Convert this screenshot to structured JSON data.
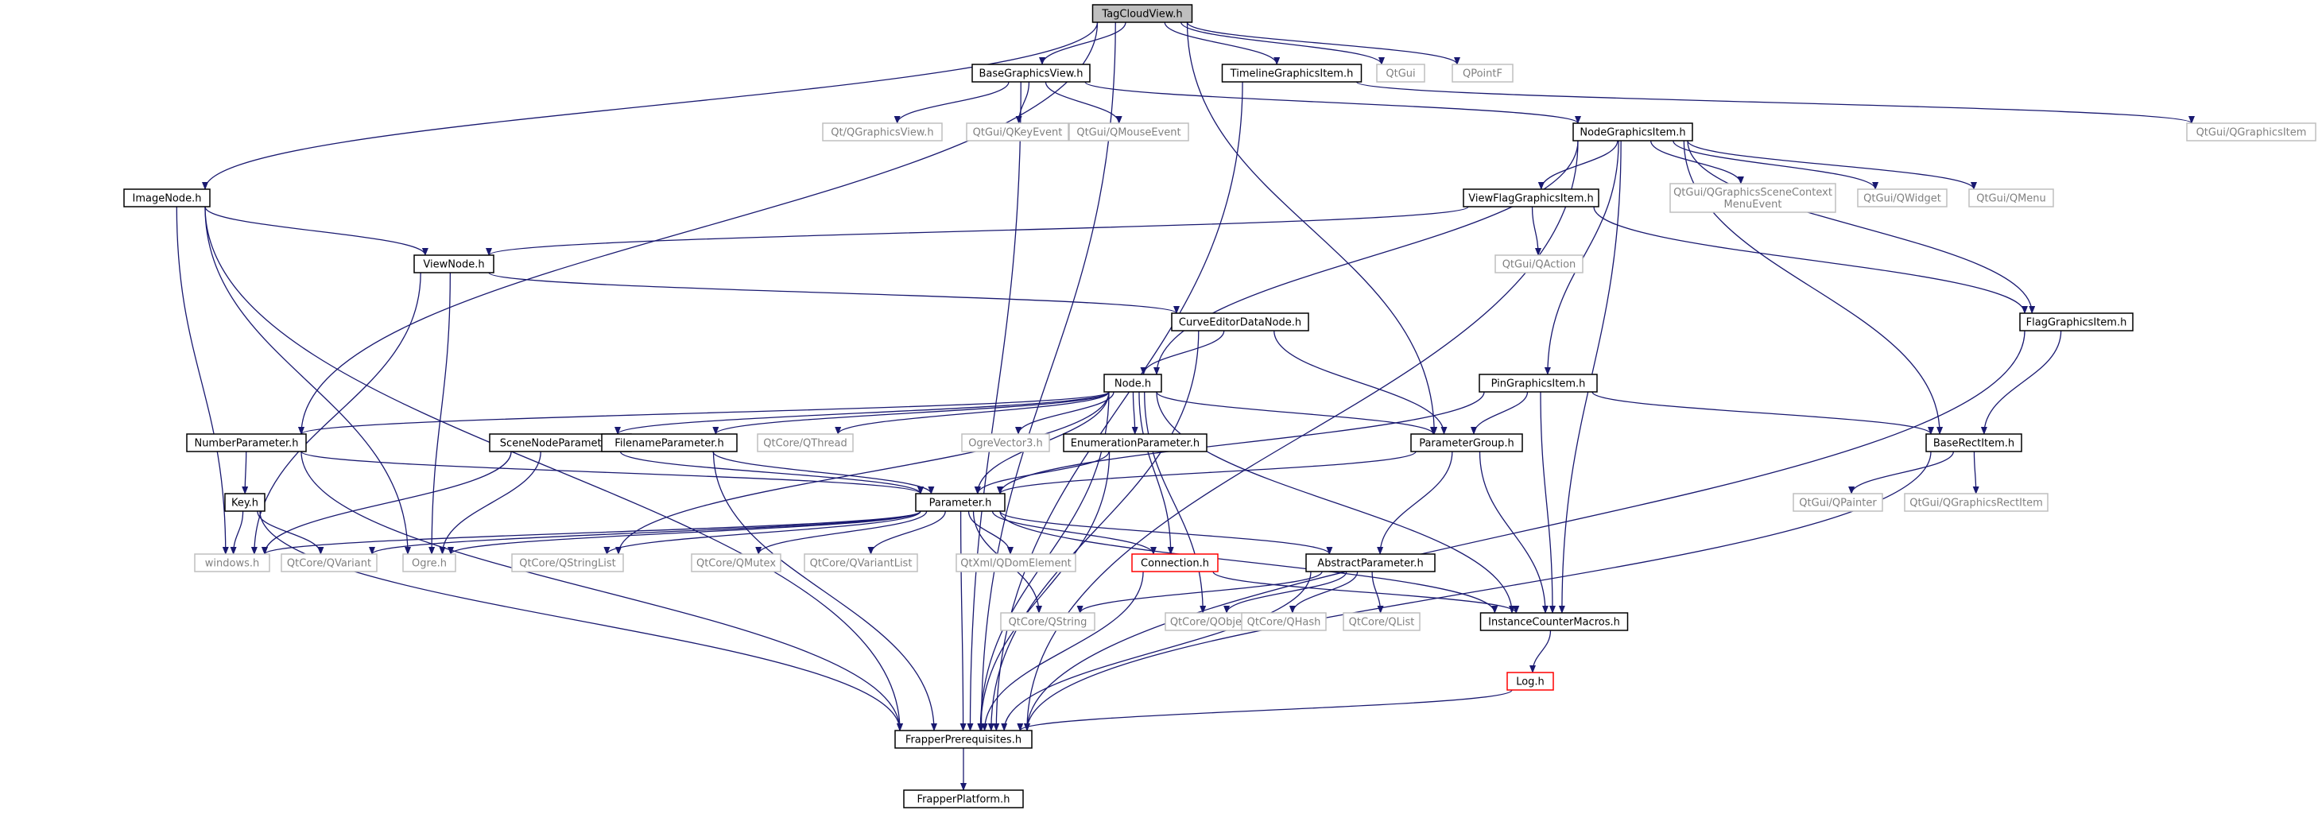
{
  "diagram": {
    "type": "include-dependency-graph",
    "colors": {
      "edge": "#191970",
      "root_fill": "#bfbfbf",
      "local_border": "#000000",
      "system_border": "#bfbfbf",
      "system_text": "#808080",
      "truncated_border": "#ff0000"
    },
    "nodes": [
      {
        "id": "tagcloudview",
        "label": "TagCloudView.h",
        "kind": "root"
      },
      {
        "id": "basegraphicsview",
        "label": "BaseGraphicsView.h",
        "kind": "local"
      },
      {
        "id": "timelinegraphicsitem",
        "label": "TimelineGraphicsItem.h",
        "kind": "local"
      },
      {
        "id": "qtgui",
        "label": "QtGui",
        "kind": "system"
      },
      {
        "id": "qpointf",
        "label": "QPointF",
        "kind": "system"
      },
      {
        "id": "qgraphicsview",
        "label": "Qt/QGraphicsView.h",
        "kind": "system"
      },
      {
        "id": "qkeyevent",
        "label": "QtGui/QKeyEvent",
        "kind": "system"
      },
      {
        "id": "qmouseevent",
        "label": "QtGui/QMouseEvent",
        "kind": "system"
      },
      {
        "id": "nodegraphicsitem",
        "label": "NodeGraphicsItem.h",
        "kind": "local"
      },
      {
        "id": "qgraphicsitem",
        "label": "QtGui/QGraphicsItem",
        "kind": "system"
      },
      {
        "id": "imagenode",
        "label": "ImageNode.h",
        "kind": "local"
      },
      {
        "id": "viewflaggraphicsitem",
        "label": "ViewFlagGraphicsItem.h",
        "kind": "local"
      },
      {
        "id": "qgraphicsscenecontextmenuevent",
        "label": "QtGui/QGraphicsSceneContext\nMenuEvent",
        "kind": "system"
      },
      {
        "id": "qwidget",
        "label": "QtGui/QWidget",
        "kind": "system"
      },
      {
        "id": "qmenu",
        "label": "QtGui/QMenu",
        "kind": "system"
      },
      {
        "id": "viewnode",
        "label": "ViewNode.h",
        "kind": "local"
      },
      {
        "id": "qaction",
        "label": "QtGui/QAction",
        "kind": "system"
      },
      {
        "id": "curveeditordatanode",
        "label": "CurveEditorDataNode.h",
        "kind": "local"
      },
      {
        "id": "flaggraphicsitem",
        "label": "FlagGraphicsItem.h",
        "kind": "local"
      },
      {
        "id": "node",
        "label": "Node.h",
        "kind": "local"
      },
      {
        "id": "pingraphicsitem",
        "label": "PinGraphicsItem.h",
        "kind": "local"
      },
      {
        "id": "numberparameter",
        "label": "NumberParameter.h",
        "kind": "local"
      },
      {
        "id": "scenenodeparameter",
        "label": "SceneNodeParameter.h",
        "kind": "local"
      },
      {
        "id": "filenameparameter",
        "label": "FilenameParameter.h",
        "kind": "local"
      },
      {
        "id": "qthread",
        "label": "QtCore/QThread",
        "kind": "system"
      },
      {
        "id": "ogrevector3",
        "label": "OgreVector3.h",
        "kind": "system"
      },
      {
        "id": "enumerationparameter",
        "label": "EnumerationParameter.h",
        "kind": "local"
      },
      {
        "id": "parametergroup",
        "label": "ParameterGroup.h",
        "kind": "local"
      },
      {
        "id": "baserectitem",
        "label": "BaseRectItem.h",
        "kind": "local"
      },
      {
        "id": "key",
        "label": "Key.h",
        "kind": "local"
      },
      {
        "id": "parameter",
        "label": "Parameter.h",
        "kind": "local"
      },
      {
        "id": "qpainter",
        "label": "QtGui/QPainter",
        "kind": "system"
      },
      {
        "id": "qgraphicsrectitem",
        "label": "QtGui/QGraphicsRectItem",
        "kind": "system"
      },
      {
        "id": "windows",
        "label": "windows.h",
        "kind": "system"
      },
      {
        "id": "qvariant",
        "label": "QtCore/QVariant",
        "kind": "system"
      },
      {
        "id": "ogre",
        "label": "Ogre.h",
        "kind": "system"
      },
      {
        "id": "qstringlist",
        "label": "QtCore/QStringList",
        "kind": "system"
      },
      {
        "id": "qmutex",
        "label": "QtCore/QMutex",
        "kind": "system"
      },
      {
        "id": "qvariantlist",
        "label": "QtCore/QVariantList",
        "kind": "system"
      },
      {
        "id": "qdomelement",
        "label": "QtXml/QDomElement",
        "kind": "system"
      },
      {
        "id": "connection",
        "label": "Connection.h",
        "kind": "truncated"
      },
      {
        "id": "abstractparameter",
        "label": "AbstractParameter.h",
        "kind": "local"
      },
      {
        "id": "qstring",
        "label": "QtCore/QString",
        "kind": "system"
      },
      {
        "id": "qobject",
        "label": "QtCore/QObject",
        "kind": "system"
      },
      {
        "id": "qhash",
        "label": "QtCore/QHash",
        "kind": "system"
      },
      {
        "id": "qlist",
        "label": "QtCore/QList",
        "kind": "system"
      },
      {
        "id": "instancecountermacros",
        "label": "InstanceCounterMacros.h",
        "kind": "local"
      },
      {
        "id": "log",
        "label": "Log.h",
        "kind": "truncated"
      },
      {
        "id": "frapperprerequisites",
        "label": "FrapperPrerequisites.h",
        "kind": "local"
      },
      {
        "id": "frapperplatform",
        "label": "FrapperPlatform.h",
        "kind": "local"
      }
    ],
    "edges": [
      [
        "tagcloudview",
        "basegraphicsview"
      ],
      [
        "tagcloudview",
        "timelinegraphicsitem"
      ],
      [
        "tagcloudview",
        "qtgui"
      ],
      [
        "tagcloudview",
        "qpointf"
      ],
      [
        "tagcloudview",
        "imagenode"
      ],
      [
        "tagcloudview",
        "numberparameter"
      ],
      [
        "tagcloudview",
        "parametergroup"
      ],
      [
        "tagcloudview",
        "frapperprerequisites"
      ],
      [
        "basegraphicsview",
        "qgraphicsview"
      ],
      [
        "basegraphicsview",
        "qkeyevent"
      ],
      [
        "basegraphicsview",
        "qmouseevent"
      ],
      [
        "basegraphicsview",
        "nodegraphicsitem"
      ],
      [
        "basegraphicsview",
        "frapperprerequisites"
      ],
      [
        "timelinegraphicsitem",
        "qgraphicsitem"
      ],
      [
        "timelinegraphicsitem",
        "frapperprerequisites"
      ],
      [
        "nodegraphicsitem",
        "viewflaggraphicsitem"
      ],
      [
        "nodegraphicsitem",
        "qgraphicsscenecontextmenuevent"
      ],
      [
        "nodegraphicsitem",
        "qwidget"
      ],
      [
        "nodegraphicsitem",
        "qmenu"
      ],
      [
        "nodegraphicsitem",
        "flaggraphicsitem"
      ],
      [
        "nodegraphicsitem",
        "baserectitem"
      ],
      [
        "nodegraphicsitem",
        "node"
      ],
      [
        "nodegraphicsitem",
        "pingraphicsitem"
      ],
      [
        "nodegraphicsitem",
        "instancecountermacros"
      ],
      [
        "nodegraphicsitem",
        "frapperprerequisites"
      ],
      [
        "imagenode",
        "viewnode"
      ],
      [
        "imagenode",
        "ogre"
      ],
      [
        "imagenode",
        "windows"
      ],
      [
        "imagenode",
        "frapperprerequisites"
      ],
      [
        "viewflaggraphicsitem",
        "qaction"
      ],
      [
        "viewflaggraphicsitem",
        "viewnode"
      ],
      [
        "viewflaggraphicsitem",
        "flaggraphicsitem"
      ],
      [
        "viewnode",
        "curveeditordatanode"
      ],
      [
        "viewnode",
        "windows"
      ],
      [
        "viewnode",
        "ogre"
      ],
      [
        "curveeditordatanode",
        "node"
      ],
      [
        "curveeditordatanode",
        "parametergroup"
      ],
      [
        "curveeditordatanode",
        "frapperprerequisites"
      ],
      [
        "flaggraphicsitem",
        "baserectitem"
      ],
      [
        "flaggraphicsitem",
        "frapperprerequisites"
      ],
      [
        "node",
        "numberparameter"
      ],
      [
        "node",
        "scenenodeparameter"
      ],
      [
        "node",
        "filenameparameter"
      ],
      [
        "node",
        "qthread"
      ],
      [
        "node",
        "ogrevector3"
      ],
      [
        "node",
        "enumerationparameter"
      ],
      [
        "node",
        "parametergroup"
      ],
      [
        "node",
        "parameter"
      ],
      [
        "node",
        "qstringlist"
      ],
      [
        "node",
        "connection"
      ],
      [
        "node",
        "qobject"
      ],
      [
        "node",
        "instancecountermacros"
      ],
      [
        "node",
        "frapperprerequisites"
      ],
      [
        "pingraphicsitem",
        "parametergroup"
      ],
      [
        "pingraphicsitem",
        "baserectitem"
      ],
      [
        "pingraphicsitem",
        "parameter"
      ],
      [
        "pingraphicsitem",
        "instancecountermacros"
      ],
      [
        "numberparameter",
        "key"
      ],
      [
        "numberparameter",
        "parameter"
      ],
      [
        "numberparameter",
        "frapperprerequisites"
      ],
      [
        "scenenodeparameter",
        "parameter"
      ],
      [
        "scenenodeparameter",
        "windows"
      ],
      [
        "scenenodeparameter",
        "ogre"
      ],
      [
        "filenameparameter",
        "parameter"
      ],
      [
        "filenameparameter",
        "frapperprerequisites"
      ],
      [
        "enumerationparameter",
        "parameter"
      ],
      [
        "enumerationparameter",
        "frapperprerequisites"
      ],
      [
        "parametergroup",
        "parameter"
      ],
      [
        "parametergroup",
        "abstractparameter"
      ],
      [
        "parametergroup",
        "instancecountermacros"
      ],
      [
        "baserectitem",
        "qpainter"
      ],
      [
        "baserectitem",
        "qgraphicsrectitem"
      ],
      [
        "baserectitem",
        "frapperprerequisites"
      ],
      [
        "key",
        "windows"
      ],
      [
        "key",
        "qvariant"
      ],
      [
        "key",
        "frapperprerequisites"
      ],
      [
        "parameter",
        "windows"
      ],
      [
        "parameter",
        "qvariant"
      ],
      [
        "parameter",
        "ogre"
      ],
      [
        "parameter",
        "qstringlist"
      ],
      [
        "parameter",
        "qmutex"
      ],
      [
        "parameter",
        "qvariantlist"
      ],
      [
        "parameter",
        "qdomelement"
      ],
      [
        "parameter",
        "connection"
      ],
      [
        "parameter",
        "abstractparameter"
      ],
      [
        "parameter",
        "qstring"
      ],
      [
        "parameter",
        "instancecountermacros"
      ],
      [
        "parameter",
        "frapperprerequisites"
      ],
      [
        "connection",
        "instancecountermacros"
      ],
      [
        "connection",
        "frapperprerequisites"
      ],
      [
        "abstractparameter",
        "qstring"
      ],
      [
        "abstractparameter",
        "qobject"
      ],
      [
        "abstractparameter",
        "qhash"
      ],
      [
        "abstractparameter",
        "qlist"
      ],
      [
        "abstractparameter",
        "frapperprerequisites"
      ],
      [
        "instancecountermacros",
        "log"
      ],
      [
        "log",
        "frapperprerequisites"
      ],
      [
        "frapperprerequisites",
        "frapperplatform"
      ]
    ]
  }
}
